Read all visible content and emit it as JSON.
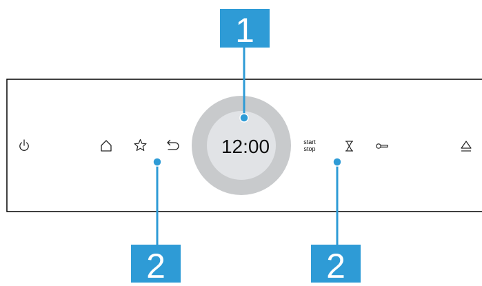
{
  "panel": {
    "display_time": "12:00",
    "start_stop_line1": "start",
    "start_stop_line2": "stop",
    "icons": [
      "power-icon",
      "home-icon",
      "star-icon",
      "back-icon",
      "start-stop-button",
      "hourglass-icon",
      "key-icon",
      "eject-icon"
    ]
  },
  "callouts": {
    "knob_label": "1",
    "buttons_left_label": "2",
    "buttons_right_label": "2"
  },
  "colors": {
    "callout_fill": "#2e9bd6",
    "callout_text": "#ffffff",
    "knob_outer": "#c8cacc",
    "knob_inner": "#e1e3e6",
    "panel_stroke": "#000000"
  }
}
